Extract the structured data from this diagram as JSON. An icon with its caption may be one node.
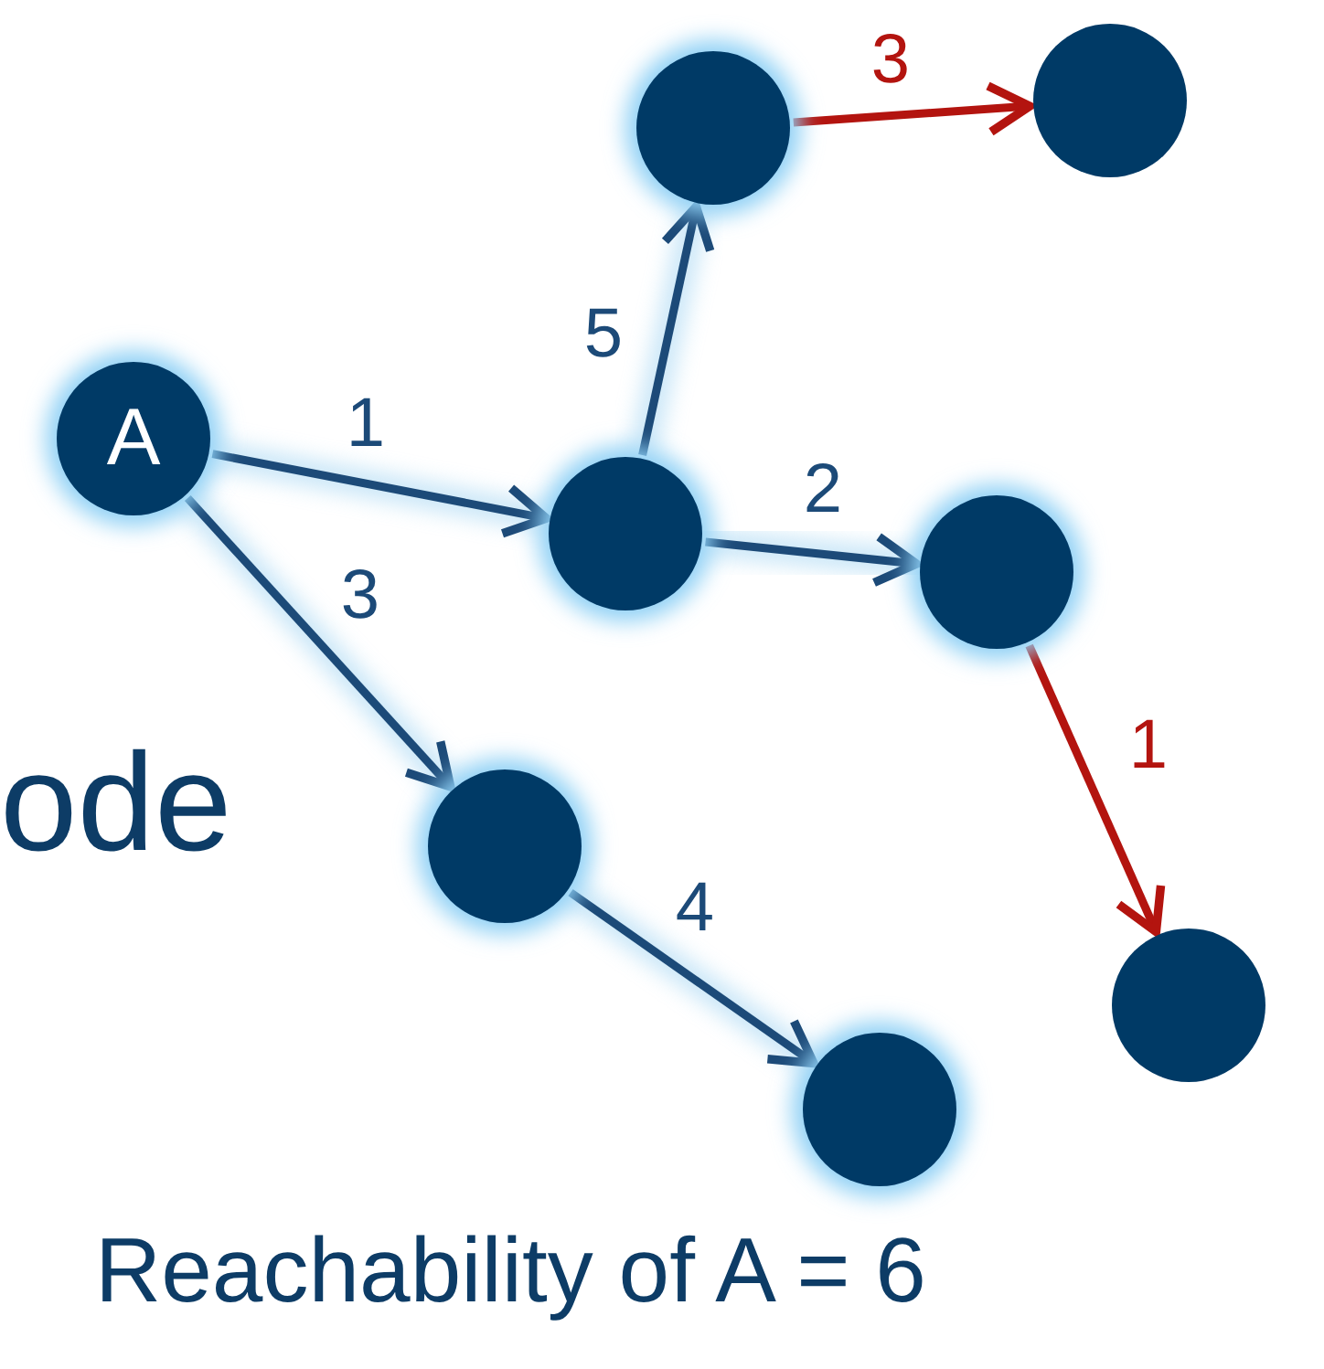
{
  "diagram": {
    "caption": "Reachability of A = 6",
    "nodes": [
      {
        "text": [
          "A"
        ]
      },
      {
        "text": [],
        "shape": "circle"
      },
      {
        "text": [],
        "shape": "circle"
      },
      {
        "text": [],
        "shape": "circle"
      },
      {
        "text": [],
        "shape": "circle"
      },
      {
        "text": [],
        "shape": "circle"
      },
      {
        "text": [],
        "shape": "circle"
      },
      {
        "text": [],
        "shape": "circle"
      }
    ],
    "edges": [
      {
        "from": 0,
        "to": 3,
        "arrow": "to",
        "label": "1"
      },
      {
        "from": 0,
        "to": 5,
        "arrow": "to",
        "label": "3"
      },
      {
        "from": 3,
        "to": 1,
        "arrow": "to",
        "label": "5"
      },
      {
        "from": 3,
        "to": 4,
        "arrow": "to",
        "label": "2"
      },
      {
        "from": 1,
        "to": 2,
        "arrow": "to",
        "label": "3",
        "color": "#b3140f"
      },
      {
        "from": 4,
        "to": 6,
        "arrow": "to",
        "label": "1",
        "color": "#b3140f"
      },
      {
        "from": 5,
        "to": 7,
        "arrow": "to",
        "label": "4"
      }
    ],
    "labels": [
      "ode"
    ]
  }
}
